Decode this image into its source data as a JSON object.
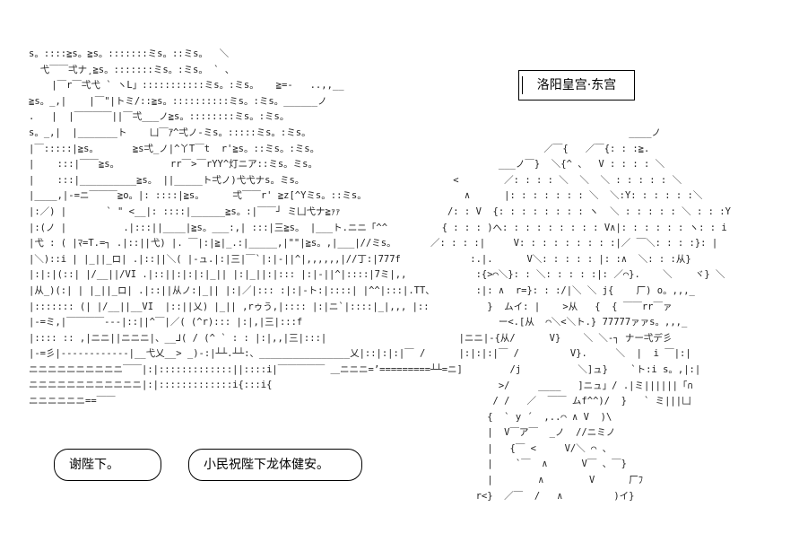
{
  "art": {
    "left_lines": [
      "s。::::≧s。≧s。:::::::ミs。::ミs。  ＼",
      "  弋￣￣弌ナ¸≧s。:::::::ミs。:ミs。 ` 、",
      "    |￣r￣弌弋 ` ヽL」:::::::::::ミs。:ミs。   ≧=-   ..,,__",
      "≧s。_,|    |￣\"|トミ/::≧s。::::::::::ミs。:ミs。______ノ",
      ".   |  |￣￣￣￣||￣弌___ノ≧s。::::::::ミs。:ミs。",
      "s。_,|  |_______ト    凵￣ｱ^弌ノ-ミs。:::::ミs。:ミs。",
      "|￣:::::|≧s。      ≧s弌_ノ|^丫T￣t  r'≧s。::ミs。:ミs。",
      "|    :::|￣￣≧s。         rr￣>￣rYY^灯ニア::ミs。ミs。",
      "|    :::|__________≧s。 ||_____ト弌ノ)弋弋ナs。ミs。",
      "|____,|-=ニ￣￣￣≧o。|: ::::|≧s。     弌￣￣r' ≧z[^Yミs。::ミs。",
      "|:／) |       ` \" <__|: ::::|______≧s。:|￣￣┘ ミ凵弋ナ≧ｧｧ",
      "|:(ノ |          .|:::||____|≧s。___:,| :::|三≧s。 |___ト.ニニ「^^",
      "|弋 : ( |ﾏ=T.=┐ .|::||弋) |. ￣|:|≧|_.:|_____,|\"\"|≧s。,|___|//ミs。",
      "|＼)::i | |_||_ロ| .|::||＼( |-ュ.|:|三|￣`|:|-||^|,,,,,,|//丁:|777f",
      "|:|:|(::| |/__||/VI .|::||:|:|:|_|| |:|_||:|::: |:|-||^|::::|7ミ|,,",
      "|从_)(:| | |_||_ロ| .|::||从ノ:|_|| |:|／|::: :|:|-ト:|::::| |^^|:::|.TT、",
      "|::::::: (| |/__||__VI  |::||乂) |_|| ,rゥう,|:::: |:|ニ`|::::|_|,,, |::",
      "|-=ミ,|￣￣￣￣---|::||^￣|／( (^r)::: |:|,|三|:::f",
      "|:::: :: ,|ニニ||ニニニ|、__⅃( / (^ ` : : |:|,,|三|:::|",
      "|-=彡|------------|__弋乂__> _)-:|┴┴.┴┴:、________________乂|::|:|:|￣ /",
      "ニニニニニニニニニニ￣￣|:|:::::::::::::||::::i|￣￣￣￣￣ ＿ニニニ=’=========┴┴=ニ]",
      "ニニニニニニニニニニニニ|:|:::::::::::::i{:::i{",
      "ニニニニニニ==￣￣"
    ],
    "right_lines": [
      "                                   ____ノ",
      "                    ／￣{   ／￣{: : :≧.",
      "            ___ノ￣}  ＼{^ 、  V : : : : ＼",
      "    <        ／: : : : ＼  ＼  ＼ : : : : : ＼",
      "      ∧      |: : : : : : : ＼  ＼:Y: : : : : :＼",
      "   /: : V  {: : : : : : : : ヽ  ＼ : : : : : ＼ : : :Y",
      "  { : : : )へ: : : : : : : : : V∧|: : : : : : ヽ: : i",
      "／: : : :|     V: : : : : : : : :|／ ￣＼: : : :}: |",
      "       :.|.      V＼: : : : : |: :∧  ＼: : :从}",
      "        :{>⌒＼}: : ＼: : : : :|: ／⌒}.    ＼    ヾ} ＼",
      "        :|: ∧  r=}: : :/|＼ ＼ j{    厂) o。,,,_",
      "          }  ムイ: |    >从   {  { ￣￣rr￣ァ",
      "            ー<.[从  ⌒＼<＼ト.} 77777ァァs。,,,_",
      "     |ニニ|-{从/      V}    ＼ ＼-┐ ナー弌デ彡",
      "     |:|:|:|￣ /         V}.     ＼  |  i ￣|:|",
      "              /j          ＼]ュ}    `ト:i s。,|:|",
      "            >/     ____   ]ニュ」/ .|ミ||||||「∩",
      "           / /   ／  ￣￣ ムf^^)/  }   ` ミ|||凵",
      "          {  ` y ´  ,..⌒ ∧ V  )\\",
      "          |  V￣ア￣  _ノ  //ニミノ",
      "          |   {￣ <     V/＼ ⌒ 、",
      "          |    `￣  ∧      V￣ 、￣}",
      "          |        ∧        V      厂ﾌ",
      "        r<}  ／￣  /   ∧         )イ}"
    ]
  },
  "title_box": {
    "text": "洛阳皇宫·东宫"
  },
  "bubbles": [
    {
      "text": "谢陛下。"
    },
    {
      "text": "小民祝陛下龙体健安。"
    }
  ],
  "colors": {
    "text": "#000000",
    "background": "#ffffff"
  }
}
